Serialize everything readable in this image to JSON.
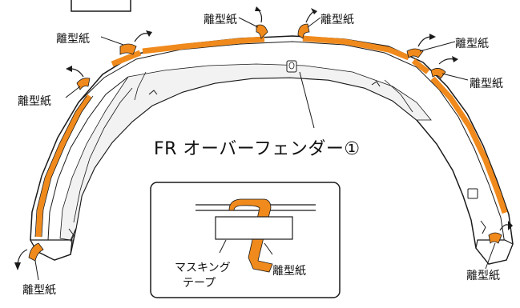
{
  "labels": {
    "release_paper": "離型紙",
    "part_name": "FR オーバーフェンダー①",
    "masking_tape_line1": "マスキング",
    "masking_tape_line2": "テープ"
  },
  "colors": {
    "tape": "#f08a1c",
    "line": "#1a1a1a",
    "body_fill": "#ffffff",
    "inner_fill": "#f2f2f2"
  }
}
